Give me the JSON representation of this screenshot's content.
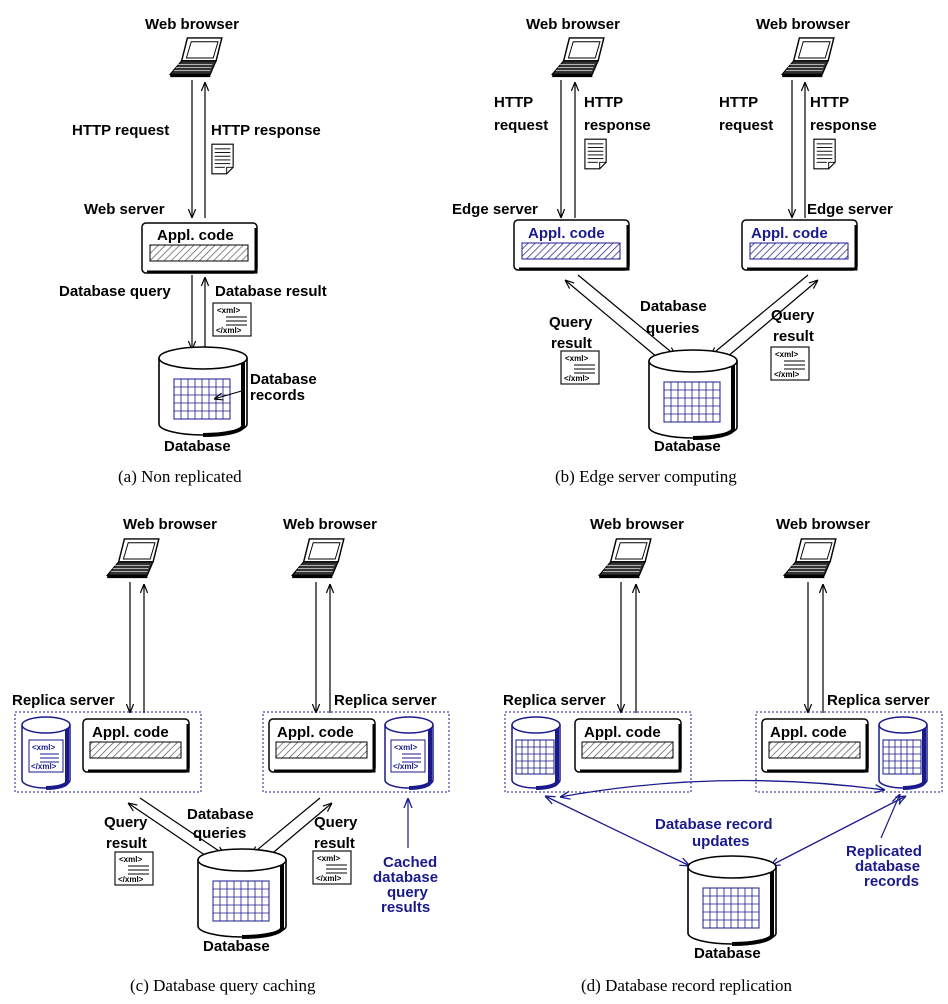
{
  "labels": {
    "web_browser": "Web browser",
    "http_request": "HTTP request",
    "http_response": "HTTP response",
    "http": "HTTP",
    "request": "request",
    "response": "response",
    "web_server": "Web server",
    "edge_server": "Edge server",
    "appl_code": "Appl. code",
    "database_query": "Database query",
    "database_result": "Database result",
    "database_records_1": "Database",
    "database_records_2": "records",
    "database": "Database",
    "query": "Query",
    "result": "result",
    "database_queries_1": "Database",
    "database_queries_2": "queries",
    "replica_server": "Replica server",
    "cached_1": "Cached",
    "cached_2": "database",
    "cached_3": "query",
    "cached_4": "results",
    "record_updates_1": "Database record",
    "record_updates_2": "updates",
    "replicated_1": "Replicated",
    "replicated_2": "database",
    "replicated_3": "records",
    "xml_open": "<xml>",
    "xml_close": "</xml>"
  },
  "captions": {
    "a": "(a)  Non replicated",
    "b": "(b)  Edge server computing",
    "c": "(c)  Database query caching",
    "d": "(d)  Database record replication"
  },
  "colors": {
    "blue": "#1a1a8c",
    "hatch": "#555555"
  }
}
